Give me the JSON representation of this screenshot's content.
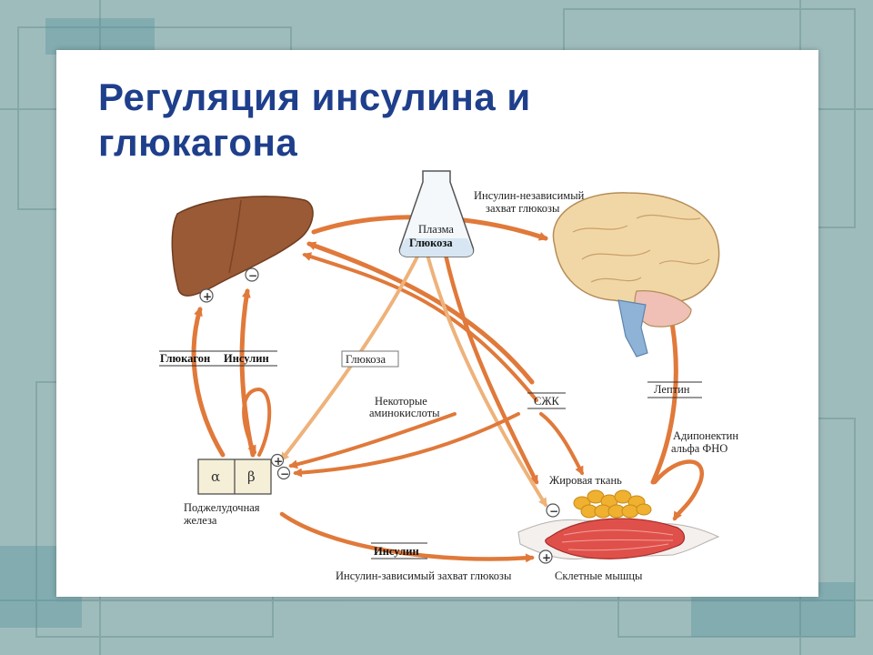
{
  "slide": {
    "title_line1": "Регуляция инсулина и",
    "title_line2": "глюкагона"
  },
  "diagram": {
    "flask_label_1": "Плазма",
    "flask_label_2": "Глюкоза",
    "brain_uptake_1": "Инсулин-независимый",
    "brain_uptake_2": "захват глюкозы",
    "glucagon": "Глюкагон",
    "insulin_top": "Инсулин",
    "glucose": "Глюкоза",
    "amino_1": "Некоторые",
    "amino_2": "аминокислоты",
    "ffa": "СЖК",
    "leptin": "Лептин",
    "adipo_1": "Адипонектин",
    "adipo_2": "альфа ФНО",
    "adipose": "Жировая ткань",
    "alpha": "α",
    "beta": "β",
    "pancreas_1": "Поджелудочная",
    "pancreas_2": "железа",
    "insulin_bottom": "Инсулин",
    "insulin_dependent": "Инсулин-зависимый захват глюкозы",
    "skeletal": "Склетные мышцы",
    "plus": "+",
    "minus": "−"
  },
  "colors": {
    "title": "#1f3f8c",
    "arrow": "#e0793a",
    "arrow_light": "#f2c08a",
    "liver": "#9a5a36",
    "brain": "#f2d7a6",
    "muscle": "#e0504a",
    "fat": "#f0b030"
  }
}
